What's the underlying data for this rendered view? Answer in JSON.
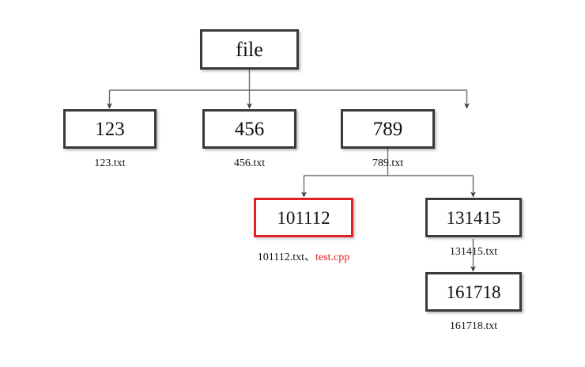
{
  "diagram": {
    "title_node": {
      "label": "file"
    },
    "level2": [
      {
        "label": "123",
        "caption": "123.txt"
      },
      {
        "label": "456",
        "caption": "456.txt"
      },
      {
        "label": "789",
        "caption": "789.txt"
      }
    ],
    "level3": [
      {
        "label": "101112",
        "caption_main": "101112.txt",
        "caption_separator": "、",
        "caption_highlight": "test.cpp",
        "highlighted": true,
        "border_color": "#e02222"
      },
      {
        "label": "131415",
        "caption": "131415.txt",
        "highlighted": false,
        "border_color": "#3a3a3a"
      }
    ],
    "level4": [
      {
        "label": "161718",
        "caption": "161718.txt"
      }
    ],
    "colors": {
      "background": "#ffffff",
      "box_border": "#3a3a3a",
      "highlight": "#e02222",
      "connector": "#6e6e6e",
      "text": "#111111"
    }
  }
}
